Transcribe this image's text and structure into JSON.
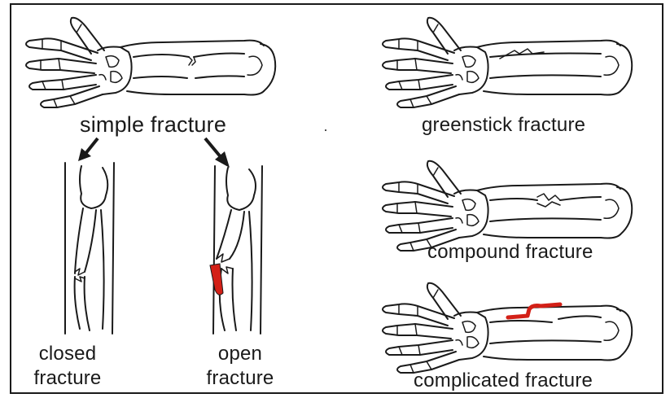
{
  "diagram": {
    "labels": {
      "simple": "simple fracture",
      "closed_line1": "closed",
      "closed_line2": "fracture",
      "open_line1": "open",
      "open_line2": "fracture",
      "greenstick": "greenstick fracture",
      "compound": "compound fracture",
      "complicated": "complicated fracture"
    },
    "colors": {
      "line": "#1a1a1a",
      "highlight": "#d32017",
      "background": "#ffffff"
    }
  }
}
